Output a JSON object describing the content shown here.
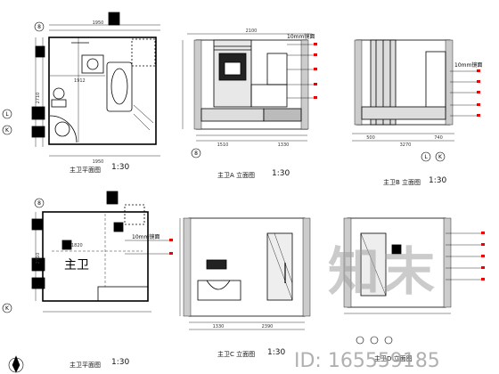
{
  "captions": {
    "plan_top": "主卫平面图",
    "plan_top_scale": "1:30",
    "elev_a": "主卫A 立面图",
    "elev_a_scale": "1:30",
    "elev_b": "主卫B 立面图",
    "elev_b_scale": "1:30",
    "plan_bottom": "主卫平面图",
    "plan_bottom_scale": "1:30",
    "elev_c": "主卫C 立面图",
    "elev_c_scale": "1:30",
    "elev_d": "主卫D 立面图"
  },
  "annotations": {
    "mirror_a": "10mm镜面",
    "mirror_b": "10mm镜面",
    "mirror_plan": "10mm镜面",
    "room_label": "主卫"
  },
  "dimensions": {
    "plan_width": "1950",
    "plan_d1": "1912",
    "plan_d2": "2710",
    "elev_a_w": "2100",
    "elev_a_d1": "1510",
    "elev_a_d2": "1330",
    "elev_b_d1": "500",
    "elev_b_d2": "3270",
    "elev_b_d3": "740",
    "elev_c_d1": "1330",
    "elev_c_d2": "2390",
    "plan2_d1": "1820",
    "plan2_d2": "2710"
  },
  "axis_markers": {
    "plan_top_8": "8",
    "plan_top_L": "L",
    "plan_top_K": "K",
    "elev_a_8": "8",
    "elev_b_L": "L",
    "elev_b_K": "K",
    "plan_bot_8": "8",
    "plan_bot_K": "K"
  },
  "watermark": {
    "brand": "知末",
    "id": "ID: 165559185"
  }
}
